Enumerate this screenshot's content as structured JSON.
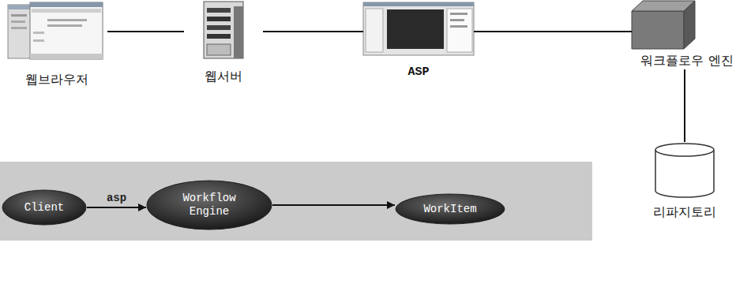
{
  "diagram": {
    "nodes": [
      {
        "text": [
          "웹브라우저"
        ]
      },
      {
        "text": [
          "웹서버"
        ]
      },
      {
        "text": [
          "ASP"
        ]
      },
      {
        "text": [
          "워크플로우 엔진"
        ]
      },
      {
        "text": [
          "리파지토리"
        ]
      },
      {
        "text": [
          "Client"
        ]
      },
      {
        "text": [
          "Workflow Engine"
        ]
      },
      {
        "text": [
          "WorkItem"
        ]
      }
    ],
    "edges": [
      {
        "from": 0,
        "to": 1,
        "arrow": "none"
      },
      {
        "from": 1,
        "to": 2,
        "arrow": "none"
      },
      {
        "from": 2,
        "to": 3,
        "arrow": "none"
      },
      {
        "from": 3,
        "to": 4,
        "arrow": "none"
      },
      {
        "from": 5,
        "to": 6,
        "label": "asp",
        "arrow": "to"
      },
      {
        "from": 6,
        "to": 7,
        "arrow": "to"
      }
    ]
  }
}
